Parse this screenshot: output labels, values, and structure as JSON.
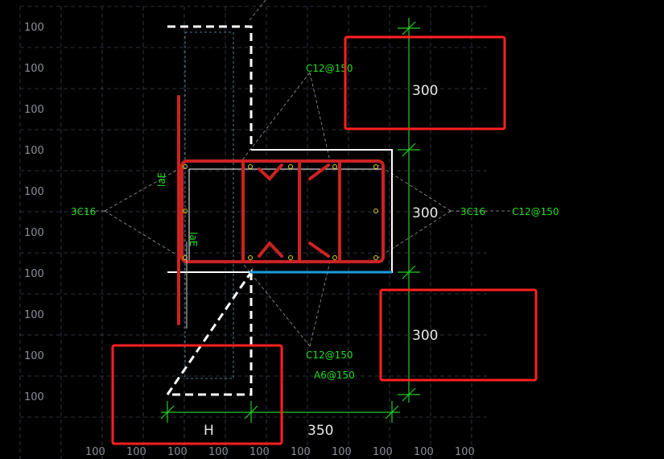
{
  "grid": {
    "left_labels": [
      "100",
      "100",
      "100",
      "100",
      "100",
      "100",
      "100",
      "100",
      "100",
      "100"
    ],
    "bottom_labels": [
      "100",
      "100",
      "100",
      "100",
      "100",
      "100",
      "100",
      "100",
      "100",
      "100"
    ]
  },
  "annotations": {
    "top_stirrup": "C12@150",
    "left_bars": "3C16",
    "right_bars": "3C16",
    "right_stirrup": "C12@150",
    "bottom_stirrup": "C12@150",
    "tie": "A6@150",
    "anchorage_1": "laE",
    "anchorage_2": "laE"
  },
  "dimensions": {
    "vertical": [
      "300",
      "300",
      "300"
    ],
    "horizontal_h": "H",
    "horizontal_350": "350"
  },
  "colors": {
    "background": "#000000",
    "grid": "#3a4150",
    "grid_text": "#8a8f99",
    "rebar": "#cc2222",
    "annotation": "#22dd22",
    "dimension": "#22cc22",
    "outline": "#ffffff",
    "highlight_box": "#ff2020",
    "edge_blue": "#1e9be0",
    "bar_node": "#e0d020"
  }
}
